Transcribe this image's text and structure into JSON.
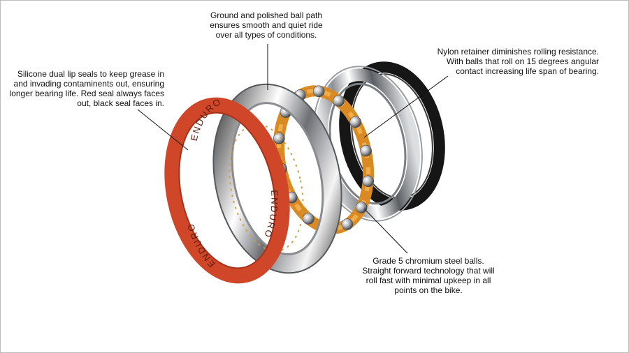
{
  "callouts": {
    "ball_path": "Ground and polished ball path\nensures smooth and quiet ride\nover all types of conditions.",
    "seals": "Silicone dual lip seals to keep grease in\nand invading contaminents out, ensuring\nlonger bearing life. Red seal always faces\nout, black seal faces in.",
    "retainer": "Nylon retainer diminishes rolling resistance.\nWith balls that roll on 15 degrees angular\ncontact increasing life span of bearing.",
    "balls": "Grade 5 chromium steel balls.\nStraight forward technology that will\nroll fast with minimal upkeep in all\npoints on the bike."
  },
  "seal_branding": {
    "text": "ENDURO",
    "logo_text": "ENDURO"
  },
  "colors": {
    "red_seal": "#d2482a",
    "red_seal_dark": "#a8321b",
    "retainer": "#e0952c",
    "black_seal": "#1a1a1a",
    "steel": "#c8cacd",
    "leader_line": "#111111"
  }
}
